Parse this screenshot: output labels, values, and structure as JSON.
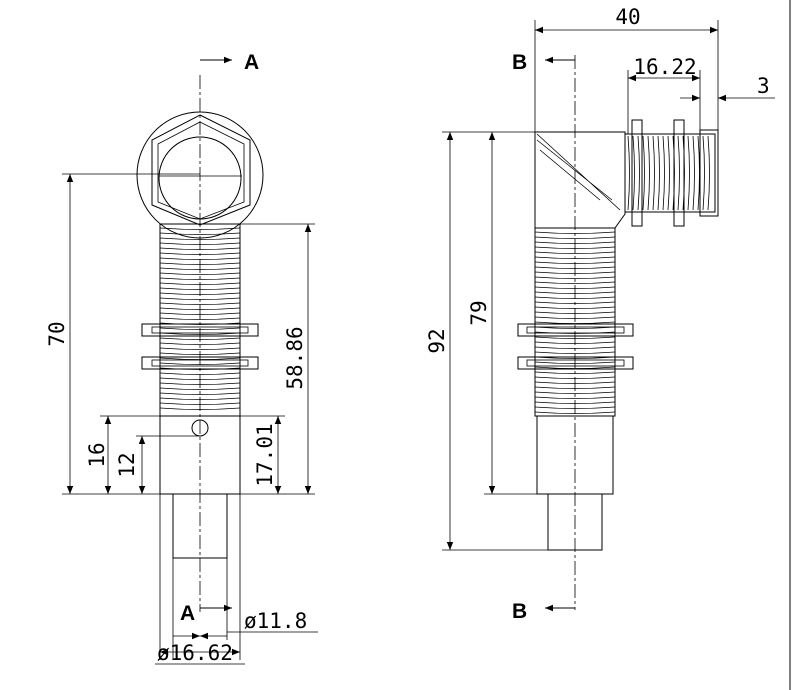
{
  "section_labels": {
    "a_top": "A",
    "a_bottom": "A",
    "b_top": "B",
    "b_bottom": "B"
  },
  "dimensions": {
    "overall_height_front": "70",
    "thread_length": "58.86",
    "body_height": "17.01",
    "hole_height_16": "16",
    "hole_height_12": "12",
    "inner_diameter": "ø11.8",
    "outer_diameter": "ø16.62",
    "overall_width_side": "40",
    "elbow_thread_width": "16.22",
    "end_gap": "3",
    "overall_height_side": "92",
    "elbow_height": "79"
  }
}
